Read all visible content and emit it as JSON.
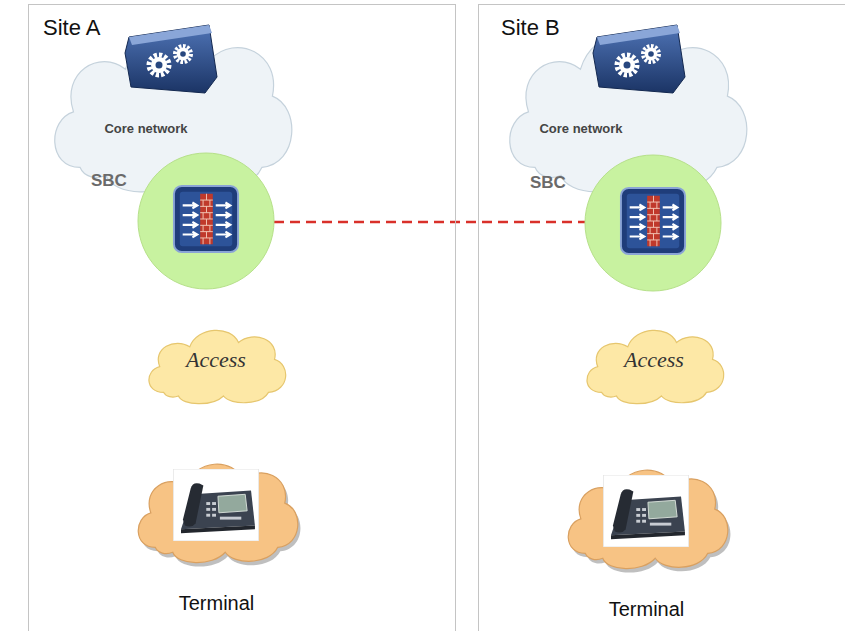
{
  "diagram": {
    "nodes": [
      {
        "text": [
          "Site A"
        ]
      },
      {
        "text": [
          "Core network"
        ],
        "in": 0
      },
      {
        "text": [
          "SBC"
        ],
        "in": 0
      },
      {
        "text": [
          "Access"
        ],
        "in": 0
      },
      {
        "text": [
          "Terminal"
        ],
        "in": 0
      },
      {
        "text": [
          "Site B"
        ]
      },
      {
        "text": [
          "Core network"
        ],
        "in": 5
      },
      {
        "text": [
          "SBC"
        ],
        "in": 5
      },
      {
        "text": [
          "Access"
        ],
        "in": 5
      },
      {
        "text": [
          "Terminal"
        ],
        "in": 5
      }
    ],
    "edges": [
      {
        "from": 2,
        "to": 7,
        "arrow": "none"
      }
    ]
  }
}
